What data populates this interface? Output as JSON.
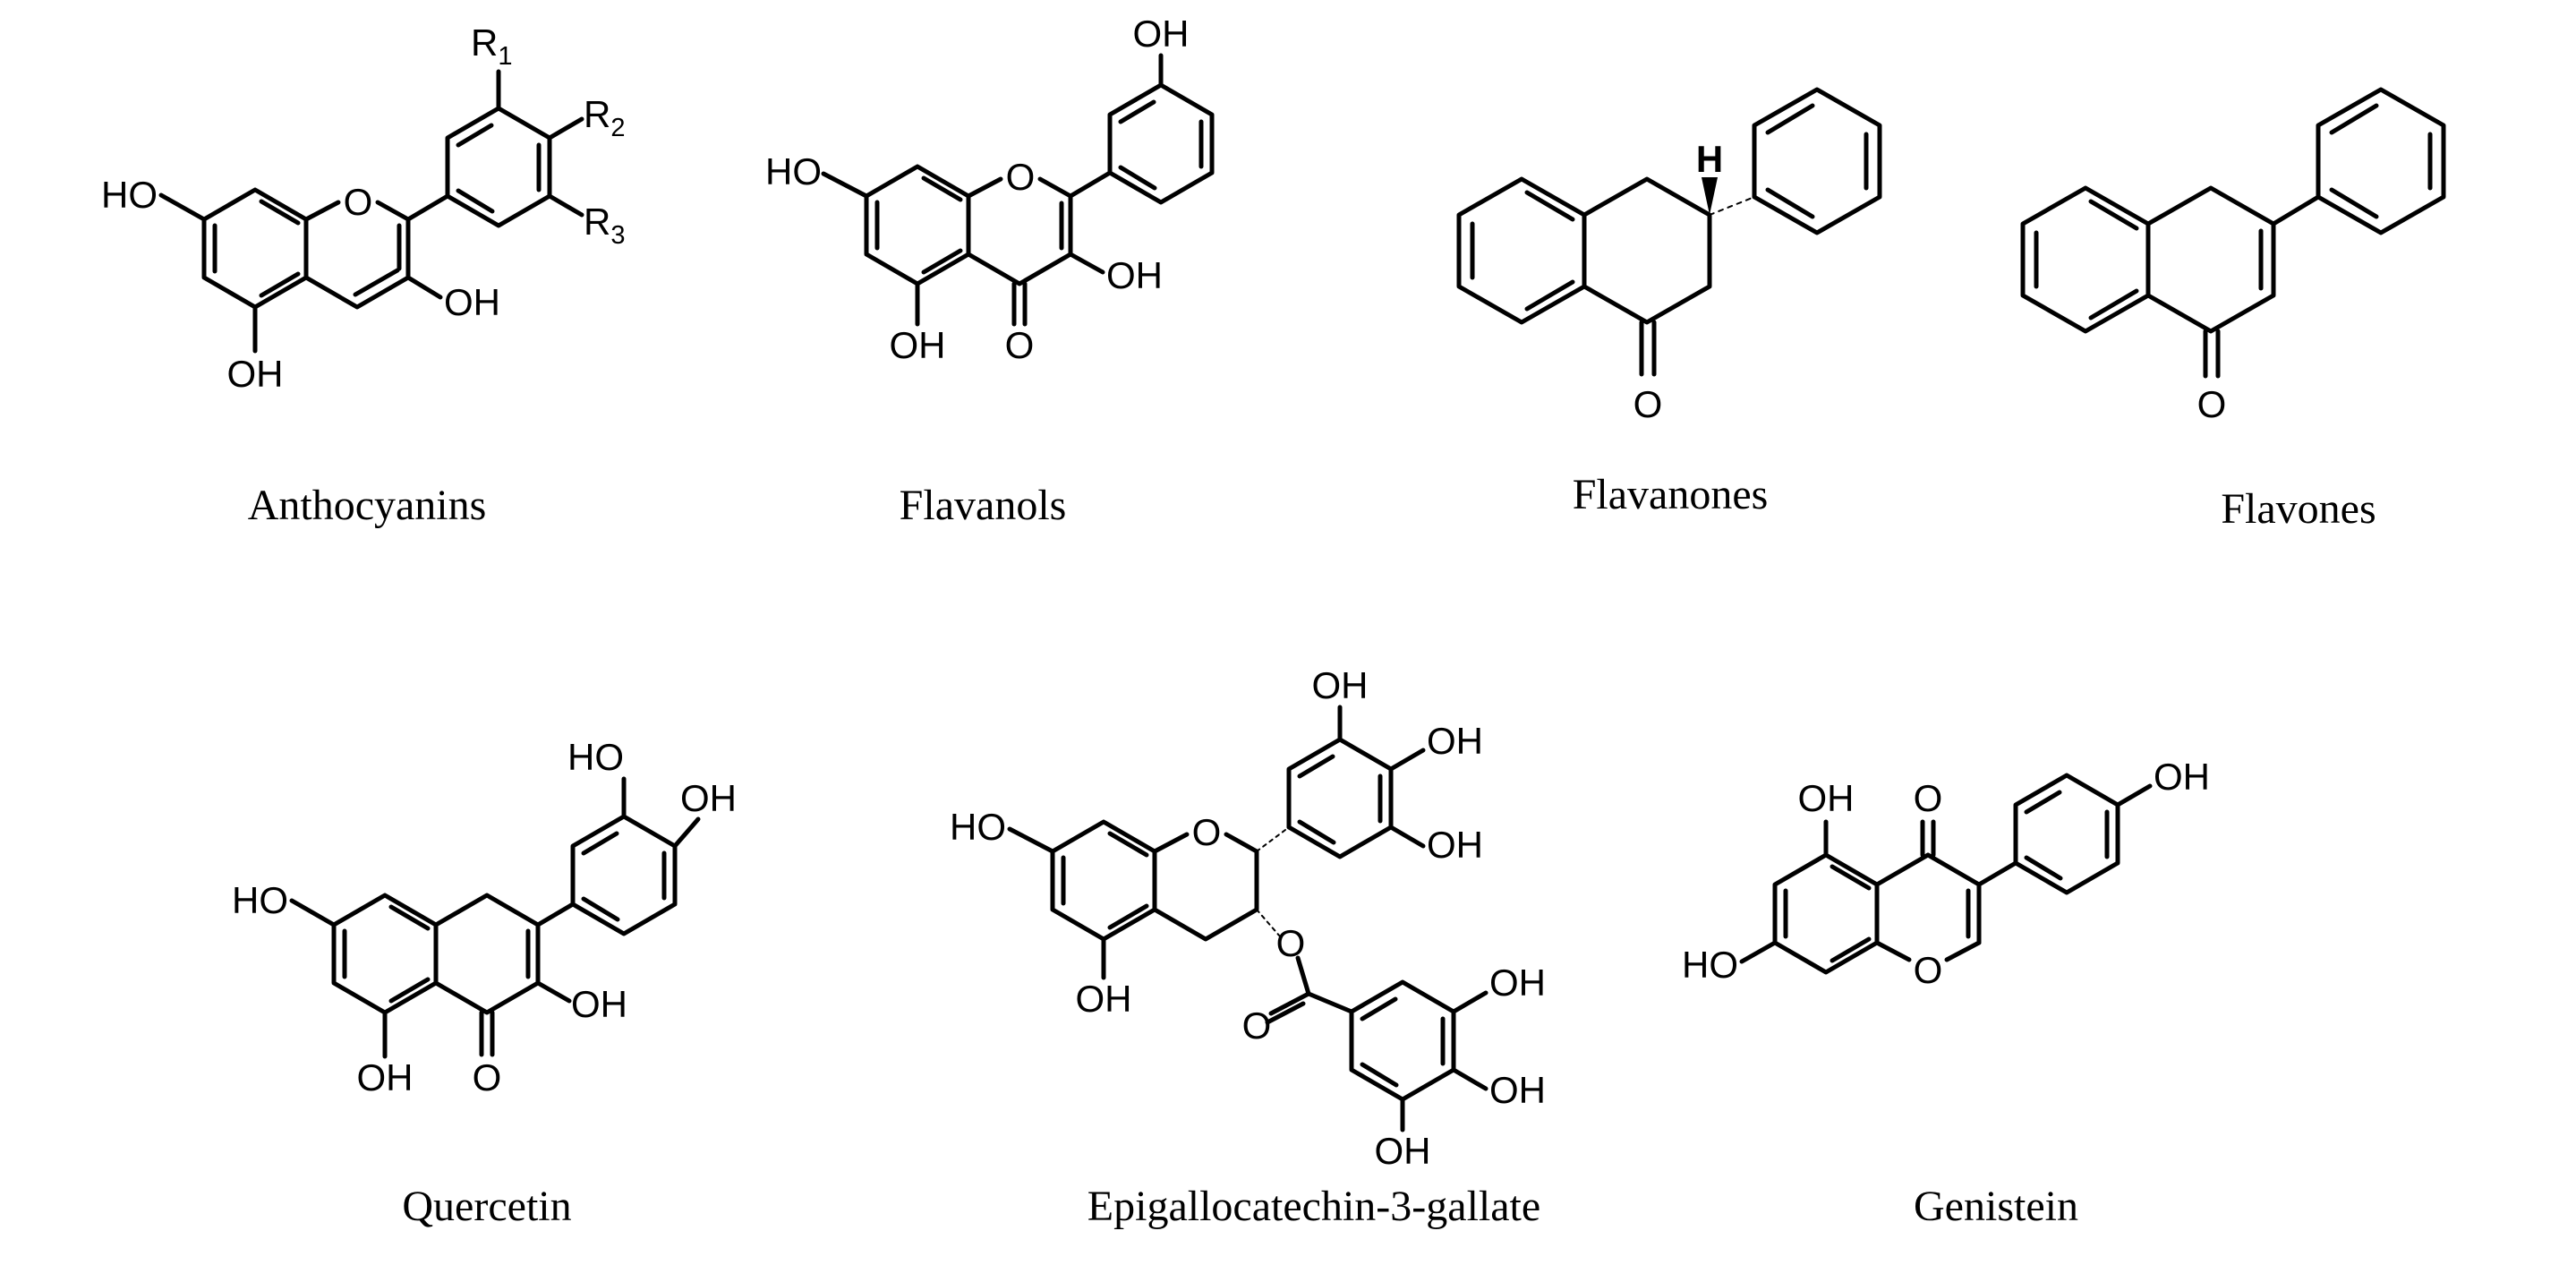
{
  "compounds": [
    {
      "id": "anthocyanins",
      "name": "Anthocyanins",
      "labels": {
        "ho": "HO",
        "oh_top": "OH",
        "oh_bottom": "OH",
        "o": "O",
        "r": "R",
        "r1": "1",
        "r2": "2",
        "r3": "3"
      }
    },
    {
      "id": "flavanols",
      "name": "Flavanols",
      "labels": {
        "ho": "HO",
        "oh_top": "OH",
        "oh_3": "OH",
        "oh_5": "OH",
        "o_ring": "O",
        "o_keto": "O"
      }
    },
    {
      "id": "flavanones",
      "name": "Flavanones",
      "labels": {
        "h": "H",
        "o_keto": "O"
      }
    },
    {
      "id": "flavones",
      "name": "Flavones",
      "labels": {
        "o_keto": "O"
      }
    },
    {
      "id": "quercetin",
      "name": "Quercetin",
      "labels": {
        "ho_top": "HO",
        "oh_top": "OH",
        "ho_left": "HO",
        "oh_3": "OH",
        "oh_5": "OH",
        "o_keto": "O"
      }
    },
    {
      "id": "egcg",
      "name": "Epigallocatechin-3-gallate",
      "labels": {
        "ho": "HO",
        "oh_5": "OH",
        "o_ring": "O",
        "oh_b1": "OH",
        "oh_b2": "OH",
        "oh_b3": "OH",
        "o_ester": "O",
        "o_carbonyl": "O",
        "oh_g1": "OH",
        "oh_g2": "OH",
        "oh_g3": "OH"
      }
    },
    {
      "id": "genistein",
      "name": "Genistein",
      "labels": {
        "oh_top": "OH",
        "oh_5": "OH",
        "o_keto": "O",
        "ho": "HO",
        "o_ring": "O"
      }
    }
  ]
}
